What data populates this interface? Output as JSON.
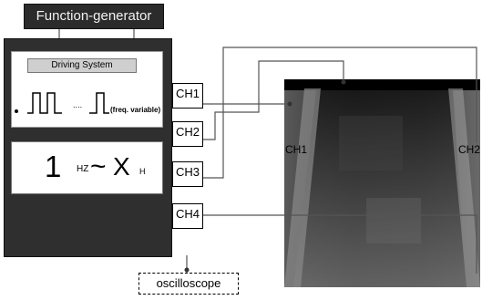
{
  "labels": {
    "function_generator": "Function-generator",
    "driving_system": "Driving System",
    "freq_variable": "(freq. variable)",
    "dots": "....",
    "display_one": "1",
    "display_hz": "HZ",
    "display_tilde": "~",
    "display_x": "X",
    "display_h": "H",
    "oscilloscope": "oscilloscope",
    "photo_ch1": "CH1",
    "photo_ch2": "CH2"
  },
  "channels": [
    "CH1",
    "CH2",
    "CH3",
    "CH4"
  ],
  "colors": {
    "instrument_body": "#2f2f2f",
    "panel": "#ffffff",
    "wire": "#555555",
    "photo_dark": "#1b1b1b"
  }
}
